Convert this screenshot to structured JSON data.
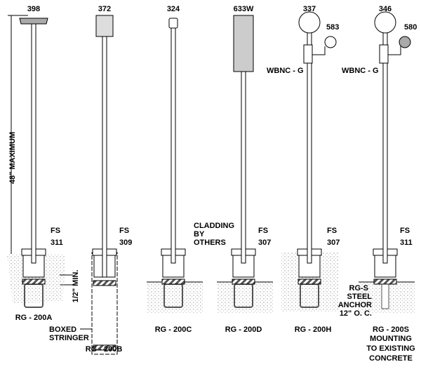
{
  "dimensions": {
    "height": "48\" MAXIMUM",
    "min": "1/2\" MIN."
  },
  "columns": [
    {
      "cap": "398",
      "fs": "FS",
      "fs_num": "311",
      "label": "RG - 200A"
    },
    {
      "cap": "372",
      "fs": "FS",
      "fs_num": "309",
      "label": "RG - 200B",
      "note": [
        "BOXED",
        "STRINGER"
      ]
    },
    {
      "cap": "324",
      "label": "RG - 200C",
      "note": [
        "CLADDING",
        "BY",
        "OTHERS"
      ]
    },
    {
      "cap": "633W",
      "fs": "FS",
      "fs_num": "307",
      "label": "RG - 200D"
    },
    {
      "cap": "337",
      "handrail": "583",
      "bracket": "WBNC - G",
      "fs": "FS",
      "fs_num": "307",
      "label": "RG - 200H"
    },
    {
      "cap": "346",
      "handrail": "580",
      "bracket": "WBNC - G",
      "fs": "FS",
      "fs_num": "311",
      "label": "RG - 200S",
      "note": [
        "MOUNTING",
        "TO EXISTING",
        "CONCRETE"
      ],
      "anchor": [
        "RG-S",
        "STEEL",
        "ANCHOR",
        "12\" O. C."
      ]
    }
  ]
}
